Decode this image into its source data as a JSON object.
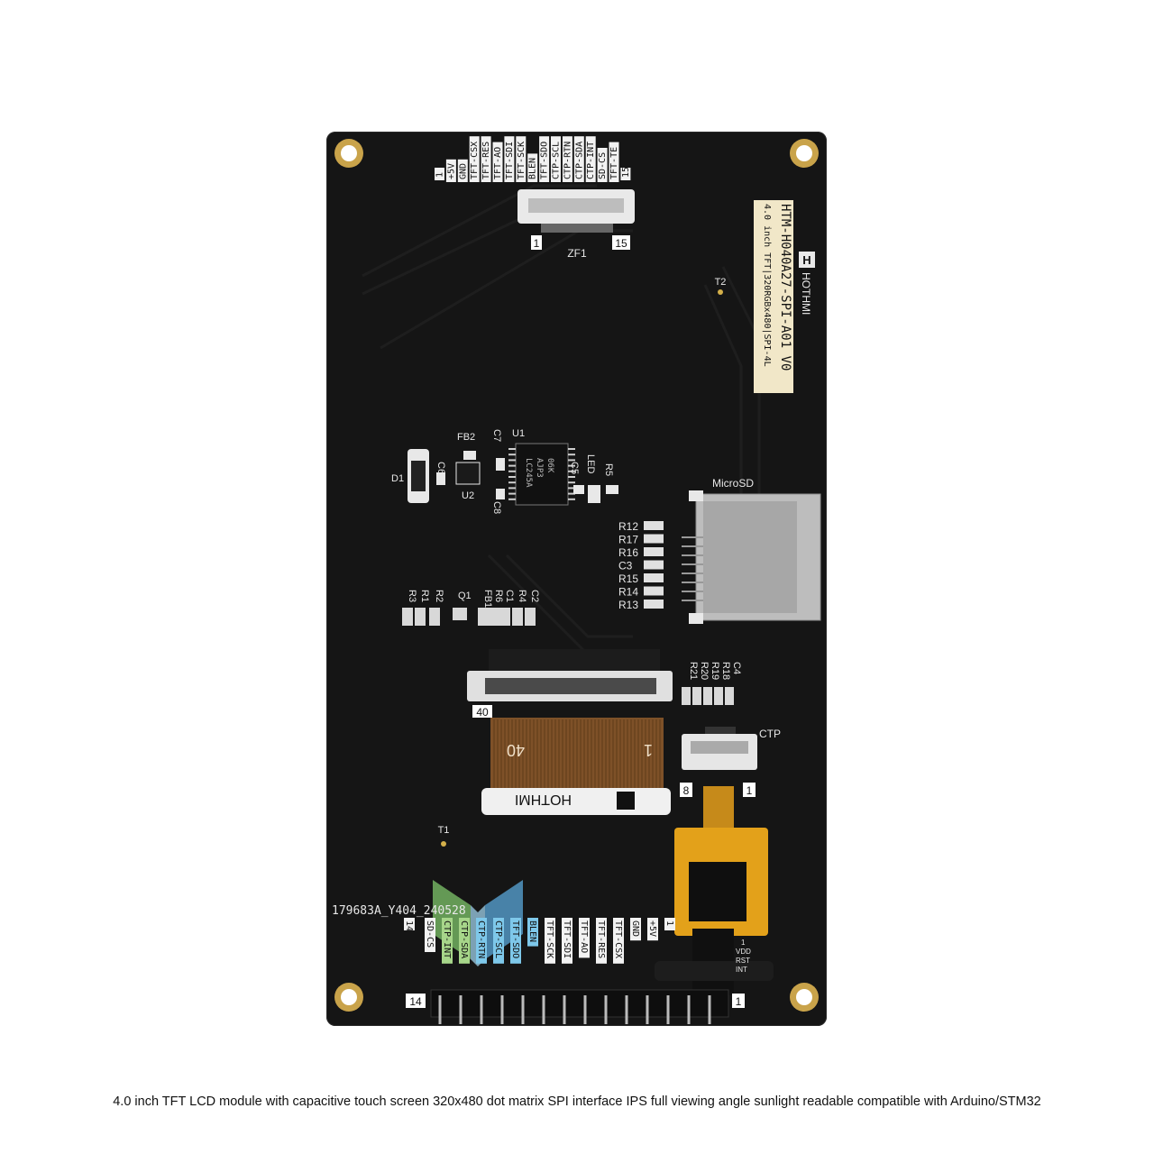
{
  "top_header": {
    "pins": [
      "1",
      "+5V",
      "GND",
      "TFT-CSX",
      "TFT-RES",
      "TFT-AO",
      "TFT-SDI",
      "TFT-SCK",
      "BLEN",
      "TFT-SDO",
      "CTP-SCL",
      "CTP-RTN",
      "CTP-SDA",
      "CTP-INT",
      "SD-CS",
      "TFT-TE",
      "15"
    ]
  },
  "zf1": {
    "label": "ZF1",
    "pin_left": "1",
    "pin_right": "15"
  },
  "model_label": {
    "line1": "HTM-H040A27-SPI-A01 V0",
    "line2": "4.0 inch TFT|320RGBx480|SPI-4L"
  },
  "brand": {
    "name": "HOTHMI",
    "icon": "h-logo-icon"
  },
  "silkscreen": {
    "t2": "T2",
    "t1": "T1",
    "u1": "U1",
    "u2": "U2",
    "d1": "D1",
    "fb2": "FB2",
    "c6": "C6",
    "c7": "C7",
    "c8": "C8",
    "led": "LED",
    "c5": "C5",
    "r5": "R5",
    "chip_text": [
      "LC245A",
      "AJP3",
      "06K"
    ],
    "microsd": "MicroSD",
    "right_resistors": [
      "R12",
      "R17",
      "R16",
      "C3",
      "R15",
      "R14",
      "R13"
    ],
    "mid_labels": [
      "R3",
      "R1",
      "R2",
      "Q1",
      "FB1",
      "R6",
      "C1",
      "R4",
      "C2"
    ],
    "lower_right_labels": [
      "R21",
      "R20",
      "R19",
      "R18",
      "C4"
    ],
    "ctp": "CTP",
    "ctp_pin_left": "8",
    "ctp_pin_right": "1",
    "fpc_pin_40": "40",
    "flex_left": "40",
    "flex_right": "1",
    "batch": "179683A_Y404_240528",
    "bottom_left_pin": "14",
    "bottom_right_pin": "1",
    "ctp_flex_text": [
      "1",
      "VDD",
      "RST",
      "INT"
    ]
  },
  "bottom_header": {
    "pins": [
      "14",
      "SD-CS",
      "CTP-INT",
      "CTP-SDA",
      "CTP-RTN",
      "CTP-SCL",
      "TFT-SDO",
      "BLEN",
      "TFT-SCK",
      "TFT-SDI",
      "TFT-AO",
      "TFT-RES",
      "TFT-CSX",
      "GND",
      "+5V",
      "1"
    ],
    "highlight_colors": {
      "green": "#a7d68a",
      "blue": "#7ec8ea"
    }
  },
  "caption": "4.0 inch TFT LCD module with capacitive touch screen 320x480 dot matrix SPI interface IPS full viewing angle sunlight readable compatible with Arduino/STM32",
  "colors": {
    "pcb": "#151515",
    "gold": "#c9a34a",
    "label_bg": "#f1e7c8",
    "flex": "#8a5a2a",
    "ctp_flex": "#e3a11a"
  }
}
